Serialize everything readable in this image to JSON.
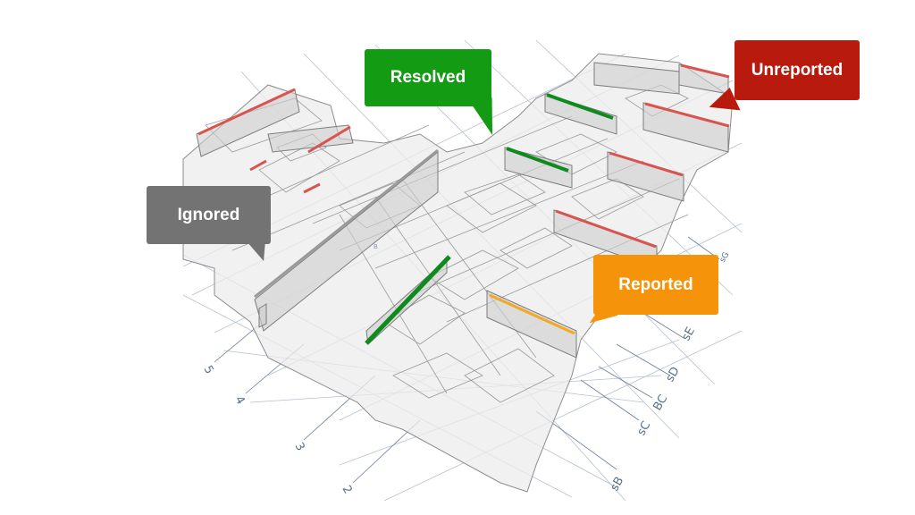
{
  "callouts": {
    "resolved": {
      "label": "Resolved",
      "color": "#149b14"
    },
    "unreported": {
      "label": "Unreported",
      "color": "#b81b0e"
    },
    "ignored": {
      "label": "Ignored",
      "color": "#737373"
    },
    "reported": {
      "label": "Reported",
      "color": "#f5940a"
    }
  },
  "grid_labels": {
    "row_5": "5",
    "row_4": "4",
    "row_3": "3",
    "row_2": "2",
    "col_sB": "sB",
    "col_sC": "sC",
    "col_BC": "BC",
    "col_sD": "sD",
    "col_sE": "sE",
    "col_sG": "sG",
    "tag_B": "B"
  },
  "colors": {
    "wall_red": "#d9544f",
    "wall_green": "#0e8a1e",
    "wall_orange": "#f4a922",
    "wall_gray": "#9a9a9a",
    "floor": "#ececec",
    "grid_line": "#9aa7bd"
  }
}
